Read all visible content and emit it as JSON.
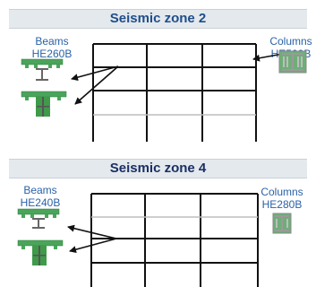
{
  "zones": [
    {
      "title": "Seismic zone 2",
      "beams_label": "Beams",
      "beams_section": "HE260B",
      "columns_label": "Columns",
      "columns_section": "HE500B"
    },
    {
      "title": "Seismic zone 4",
      "beams_label": "Beams",
      "beams_section": "HE240B",
      "columns_label": "Columns",
      "columns_section": "HE280B"
    }
  ],
  "colors": {
    "banner_text_zone2": "#1f4e8a",
    "banner_text_zone4": "#1a2f63",
    "label_text": "#2a62a8",
    "frame": "#111111",
    "section_green": "#3f9a4a"
  }
}
